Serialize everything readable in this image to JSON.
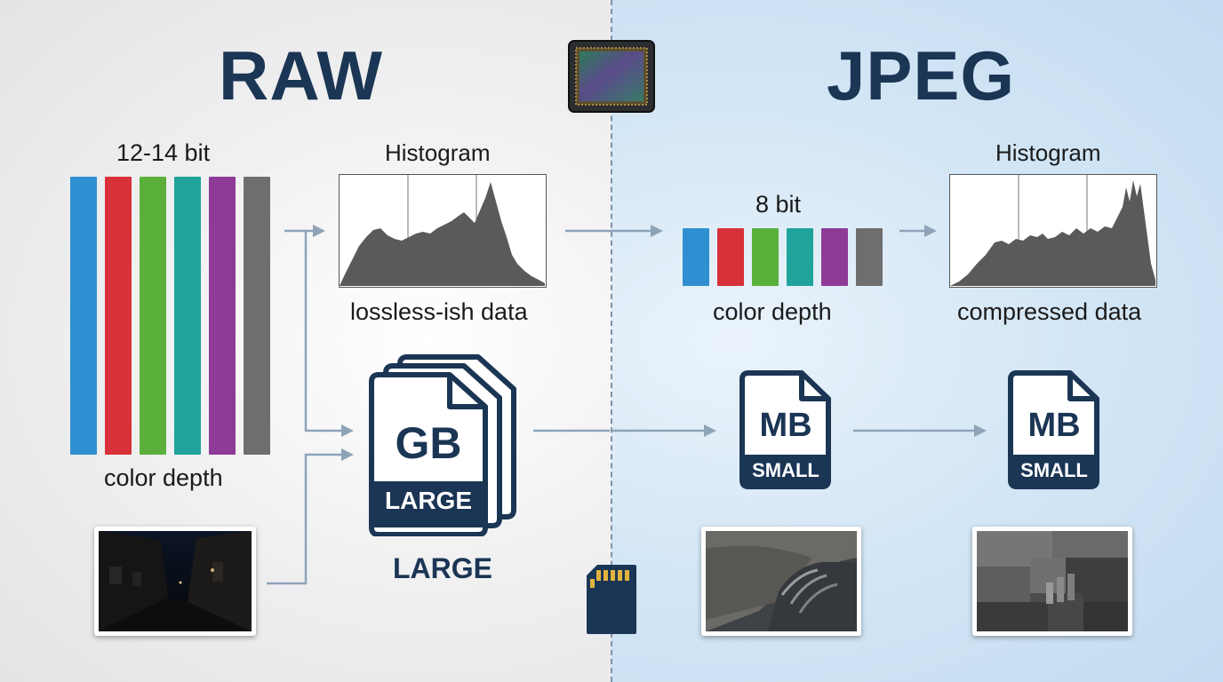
{
  "raw": {
    "title": "RAW",
    "bit_label": "12-14 bit",
    "histogram_label": "Histogram",
    "histogram_caption": "lossless-ish data",
    "color_depth_label": "color depth",
    "file_unit": "GB",
    "file_band": "LARGE",
    "size_label": "LARGE"
  },
  "jpeg": {
    "title": "JPEG",
    "bit_label": "8 bit",
    "color_depth_label": "color depth",
    "histogram_label": "Histogram",
    "histogram_caption": "compressed data",
    "file1_unit": "MB",
    "file1_band": "SMALL",
    "file2_unit": "MB",
    "file2_band": "SMALL"
  },
  "colors": {
    "navy": "#1b3554",
    "bar_colors": [
      "#2f8fd0",
      "#d8313a",
      "#5ab03b",
      "#1fa39a",
      "#8e3a97",
      "#6e6e6e"
    ],
    "arrow": "#8ea3b8",
    "histogram_fill": "#5a5a5a"
  },
  "icons": [
    "camera-sensor-icon",
    "sd-card-icon",
    "file-stack-icon",
    "file-icon"
  ]
}
